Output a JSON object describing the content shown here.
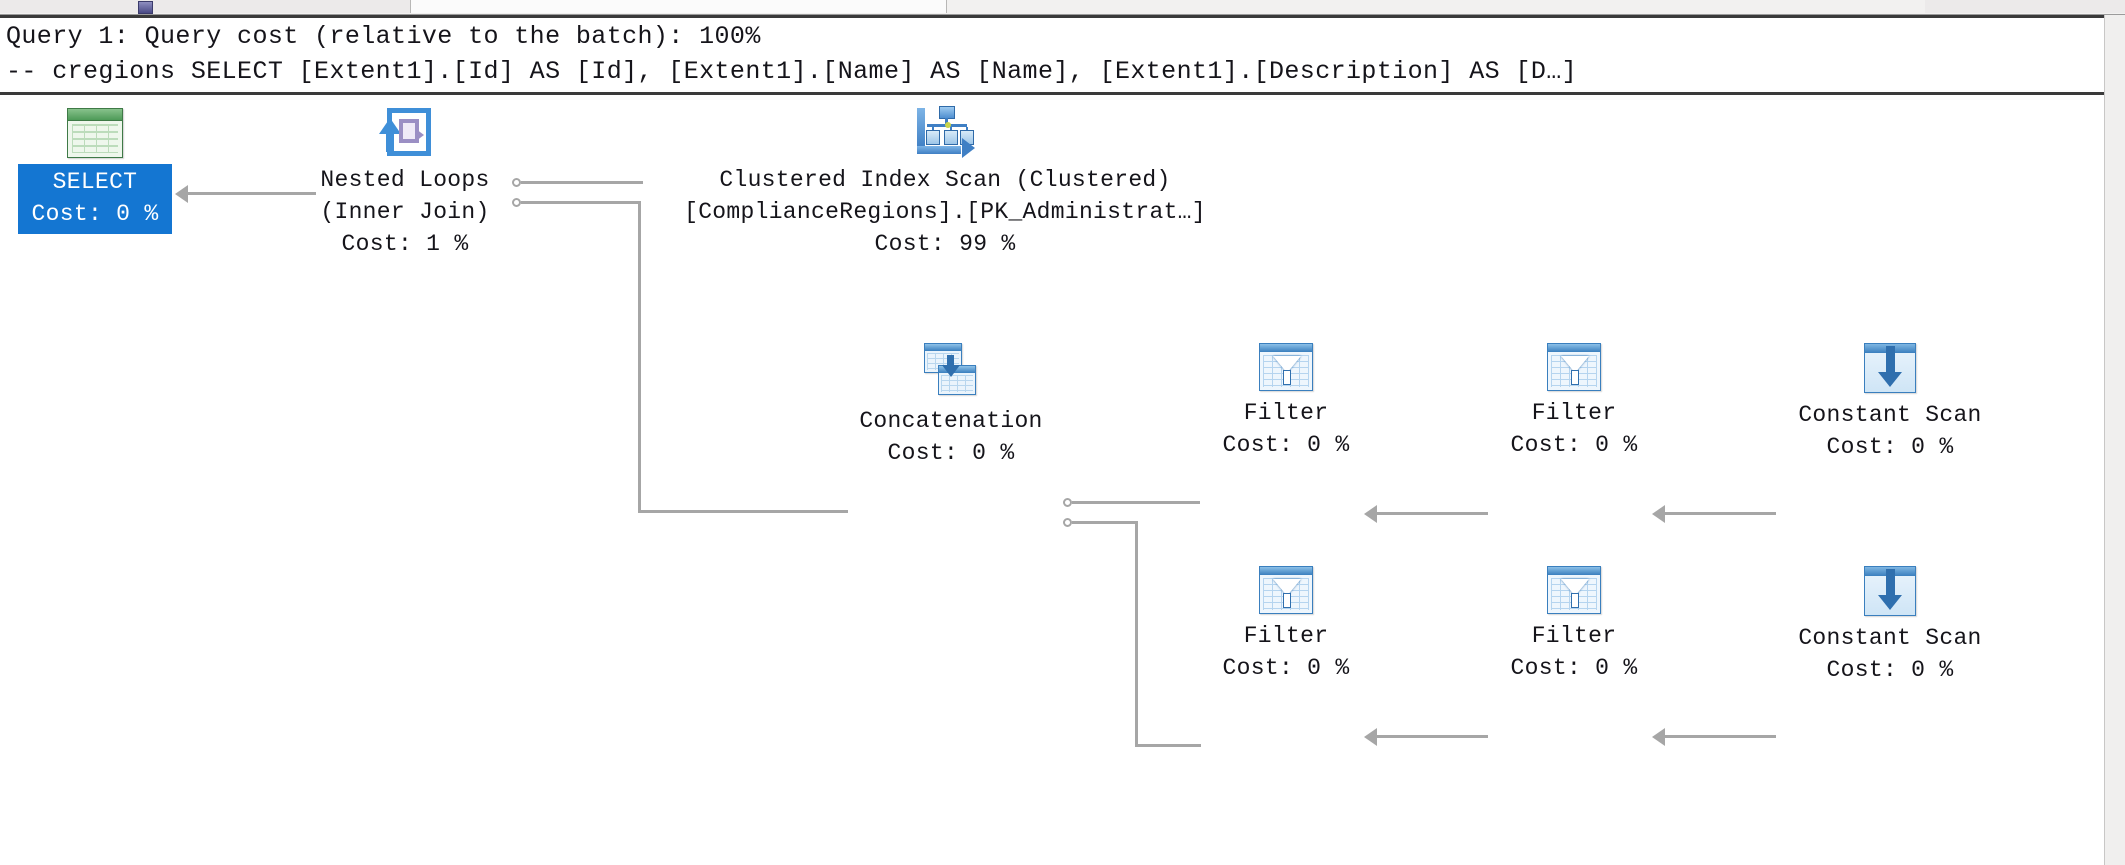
{
  "window": {
    "tab_bar": {
      "icon": "grid-icon"
    }
  },
  "query_header": {
    "line1": "Query 1: Query cost (relative to the batch): 100%",
    "line2": "-- cregions SELECT [Extent1].[Id] AS [Id], [Extent1].[Name] AS [Name], [Extent1].[Description] AS [D…]"
  },
  "plan": {
    "nodes": [
      {
        "id": "select",
        "icon": "result-set-icon",
        "label": "SELECT",
        "cost": "Cost: 0 %",
        "selected": true
      },
      {
        "id": "nested-loops",
        "icon": "nested-loops-icon",
        "label": "Nested Loops",
        "sublabel": "(Inner Join)",
        "cost": "Cost: 1 %",
        "selected": false
      },
      {
        "id": "clustered-index-scan",
        "icon": "clustered-index-scan-icon",
        "label": "Clustered Index Scan (Clustered)",
        "sublabel": "[ComplianceRegions].[PK_Administrat…]",
        "cost": "Cost: 99 %",
        "selected": false
      },
      {
        "id": "concatenation",
        "icon": "concatenation-icon",
        "label": "Concatenation",
        "cost": "Cost: 0 %",
        "selected": false
      },
      {
        "id": "filter-r1-a",
        "icon": "filter-icon",
        "label": "Filter",
        "cost": "Cost: 0 %",
        "selected": false
      },
      {
        "id": "filter-r1-b",
        "icon": "filter-icon",
        "label": "Filter",
        "cost": "Cost: 0 %",
        "selected": false
      },
      {
        "id": "constant-scan-r1",
        "icon": "constant-scan-icon",
        "label": "Constant Scan",
        "cost": "Cost: 0 %",
        "selected": false
      },
      {
        "id": "filter-r2-a",
        "icon": "filter-icon",
        "label": "Filter",
        "cost": "Cost: 0 %",
        "selected": false
      },
      {
        "id": "filter-r2-b",
        "icon": "filter-icon",
        "label": "Filter",
        "cost": "Cost: 0 %",
        "selected": false
      },
      {
        "id": "constant-scan-r2",
        "icon": "constant-scan-icon",
        "label": "Constant Scan",
        "cost": "Cost: 0 %",
        "selected": false
      }
    ],
    "colors": {
      "selection": "#1476d2",
      "connector": "#a6a6a6",
      "text": "#15141a"
    }
  }
}
